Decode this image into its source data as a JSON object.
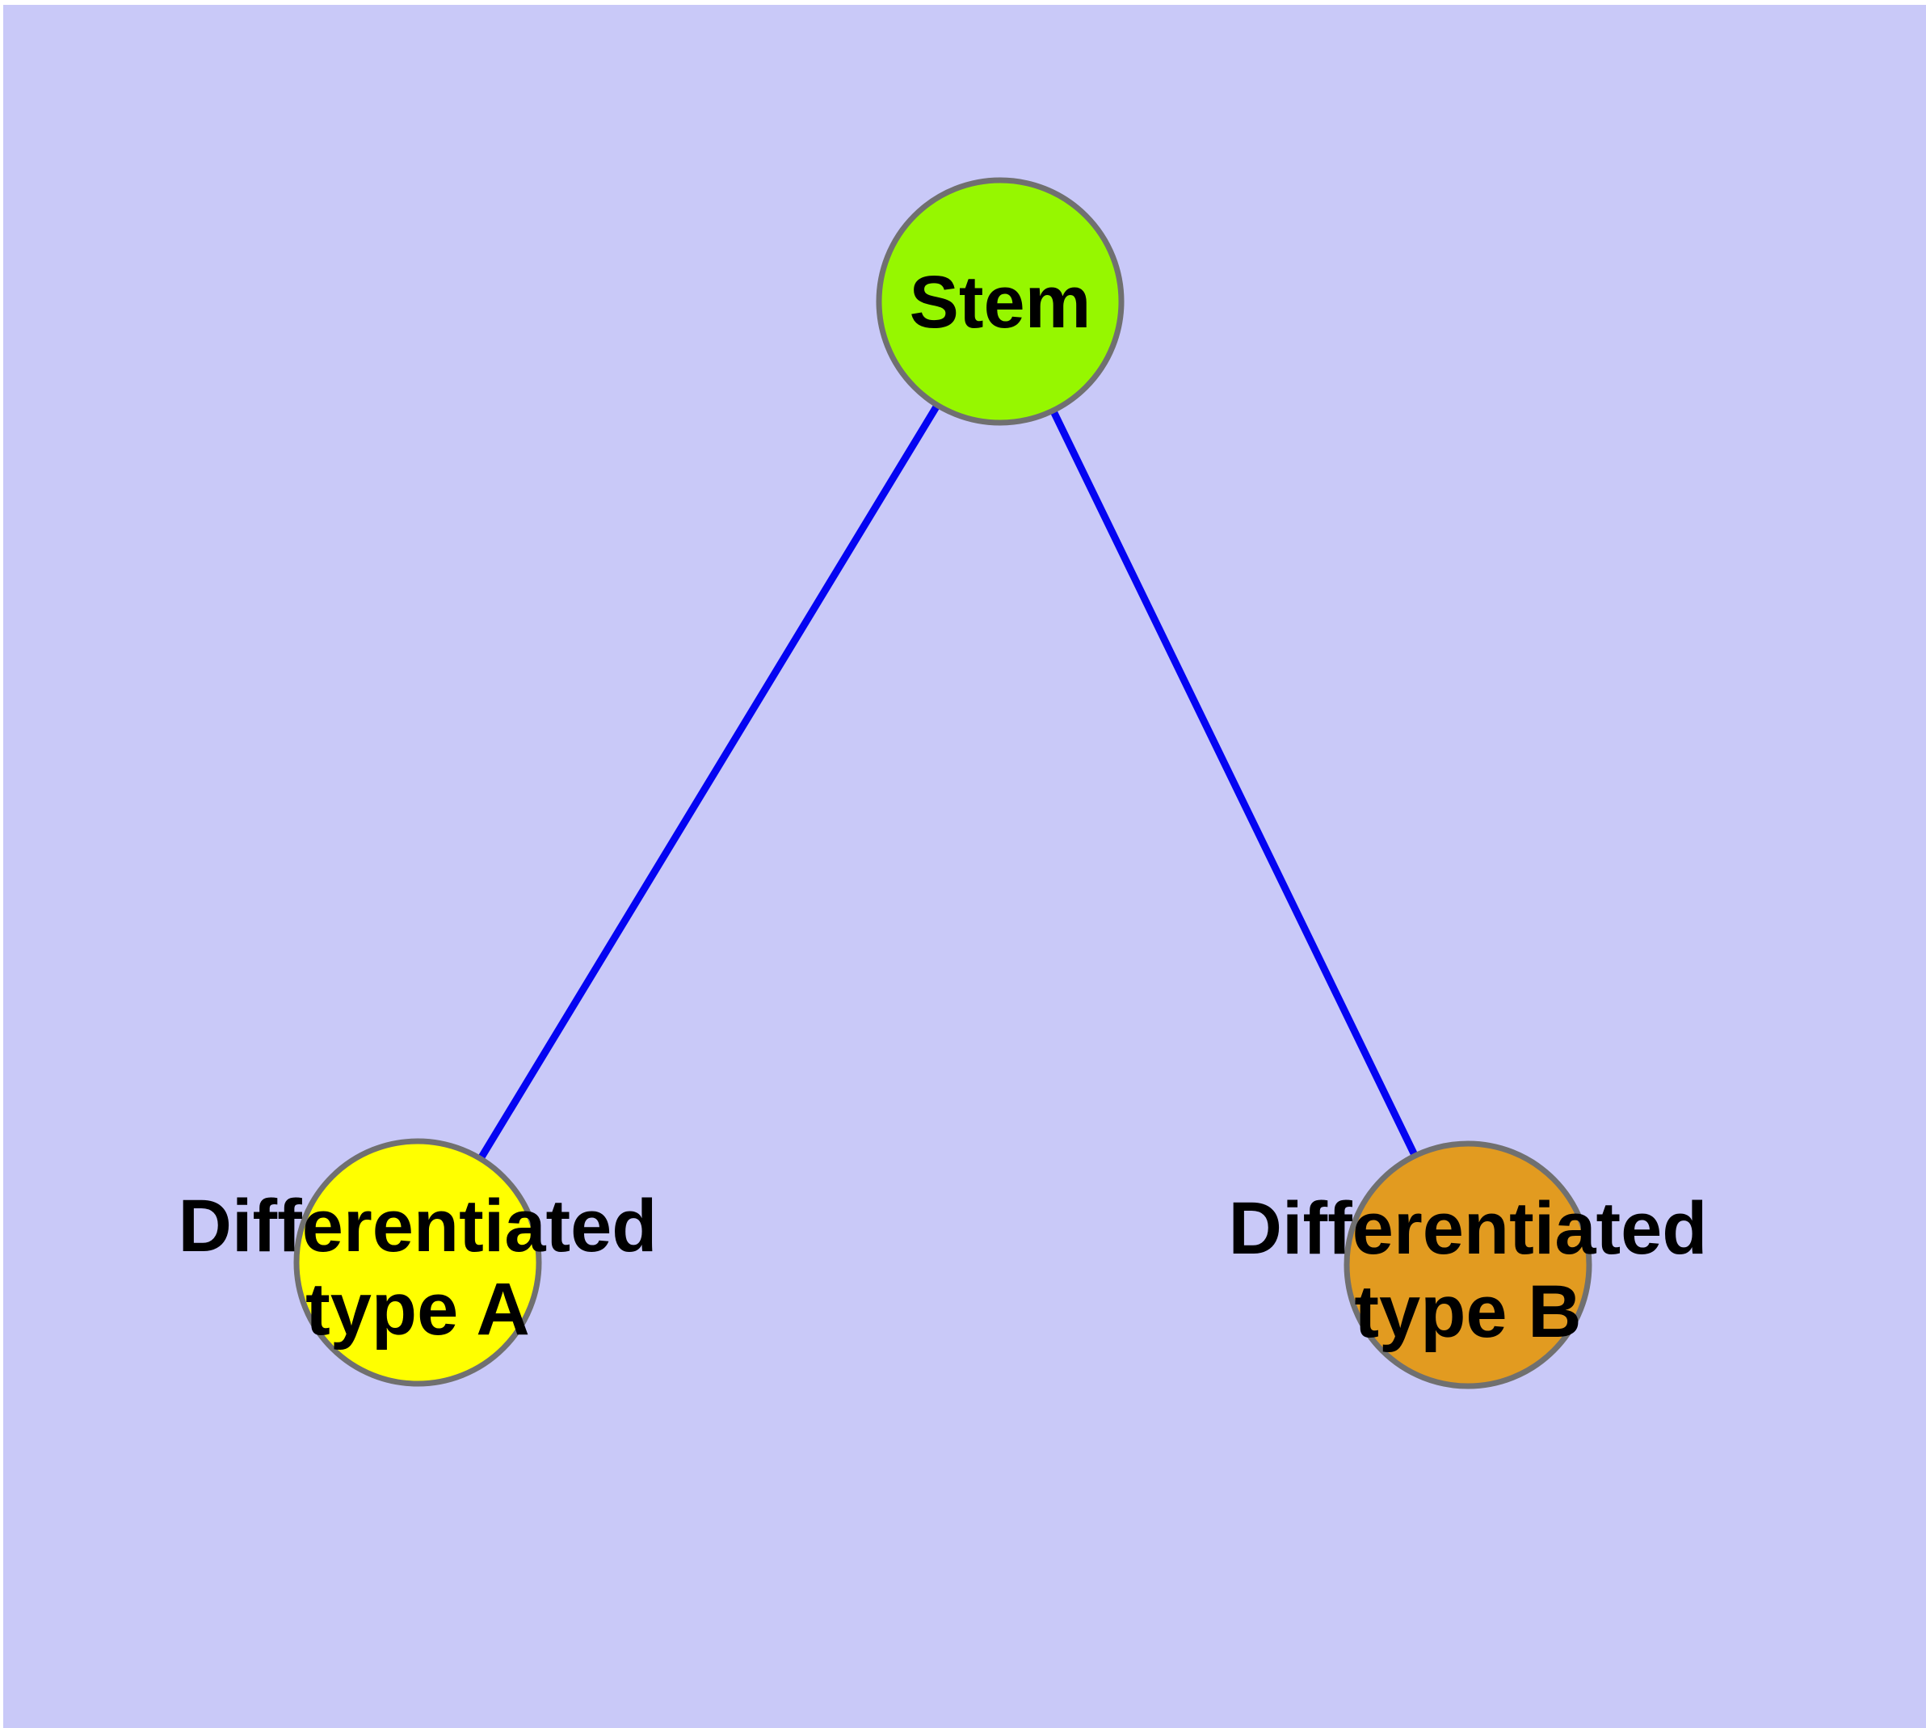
{
  "canvas": {
    "background_color": "#C9C9F8",
    "margin_color": "#FFFFFF"
  },
  "graph": {
    "type": "node-link-diagram",
    "style": {
      "edge_color": "#0404F2",
      "edge_width": 9,
      "node_border_color": "#707070",
      "node_border_width": 7,
      "label_color": "#000000"
    },
    "nodes": [
      {
        "id": "stem",
        "lines": [
          "Stem"
        ],
        "fill": "#96F700"
      },
      {
        "id": "type-a",
        "lines": [
          "Differentiated",
          "type A"
        ],
        "fill": "#FFFF00"
      },
      {
        "id": "type-b",
        "lines": [
          "Differentiated",
          "type B"
        ],
        "fill": "#E29B20"
      }
    ],
    "edges": [
      {
        "source": "stem",
        "target": "type-a"
      },
      {
        "source": "stem",
        "target": "type-b"
      }
    ]
  }
}
